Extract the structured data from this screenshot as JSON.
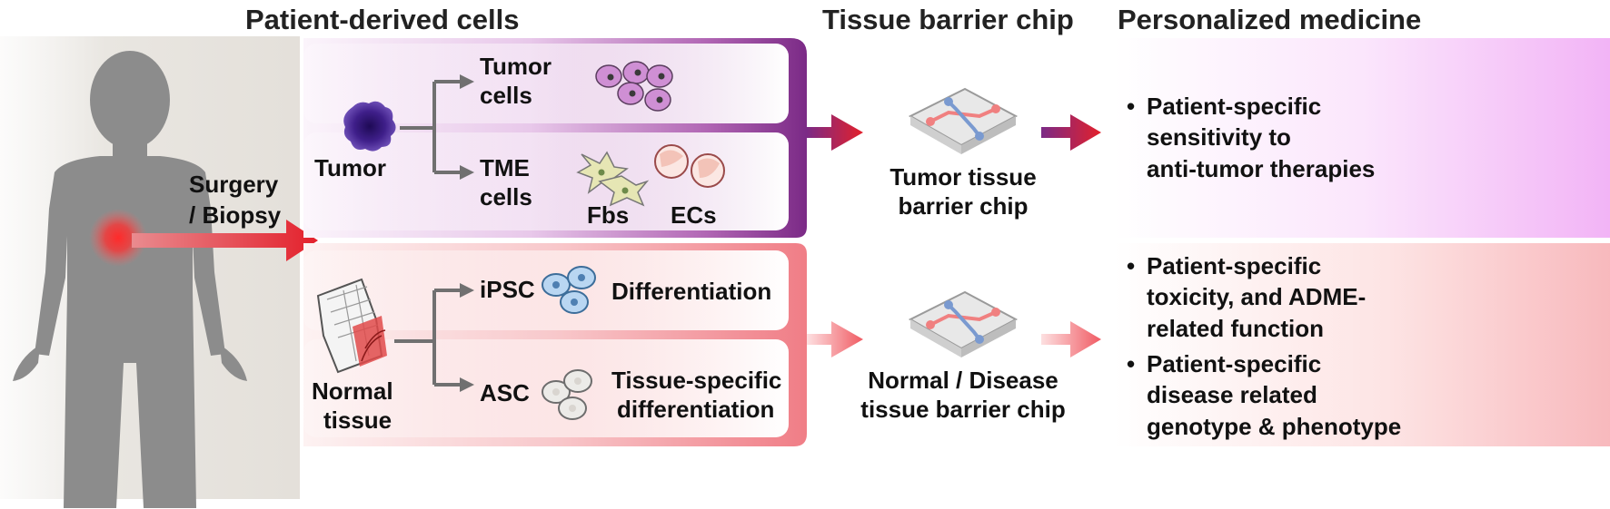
{
  "headers": {
    "patient_cells": "Patient-derived cells",
    "chip": "Tissue barrier chip",
    "medicine": "Personalized medicine"
  },
  "patient": {
    "procedure_line1": "Surgery",
    "procedure_line2": "/ Biopsy"
  },
  "tumor": {
    "source_label": "Tumor",
    "tumor_cells_line1": "Tumor",
    "tumor_cells_line2": "cells",
    "tme_cells_line1": "TME",
    "tme_cells_line2": "cells",
    "fbs": "Fbs",
    "ecs": "ECs"
  },
  "normal": {
    "source_line1": "Normal",
    "source_line2": "tissue",
    "ipsc": "iPSC",
    "ipsc_outcome": "Differentiation",
    "asc": "ASC",
    "asc_outcome_line1": "Tissue-specific",
    "asc_outcome_line2": "differentiation"
  },
  "chips": {
    "tumor_line1": "Tumor tissue",
    "tumor_line2": "barrier chip",
    "normal_line1": "Normal / Disease",
    "normal_line2": "tissue barrier chip"
  },
  "outcomes": {
    "tumor_bullet": [
      "Patient-specific",
      "sensitivity to",
      "anti-tumor therapies"
    ],
    "normal_bullet1": [
      "Patient-specific",
      "toxicity, and ADME-",
      "related function"
    ],
    "normal_bullet2": [
      "Patient-specific",
      "disease related",
      "genotype & phenotype"
    ],
    "bullet_symbol": "•"
  },
  "colors": {
    "purple": "#7b2a86",
    "pink": "#f07d86",
    "arrow_red": "#e3202b",
    "body_gray": "#8c8c8c"
  }
}
